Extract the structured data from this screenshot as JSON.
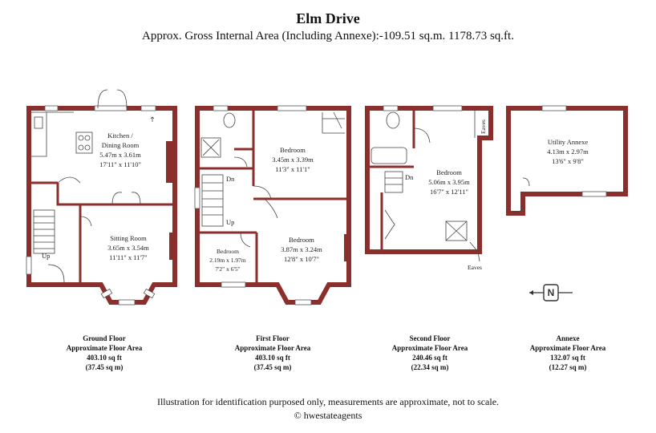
{
  "header": {
    "title": "Elm Drive",
    "subtitle": "Approx. Gross Internal Area (Including Annexe):-109.51 sq.m. 1178.73 sq.ft."
  },
  "rooms": {
    "kitchen": {
      "line1": "Kitchen /",
      "line2": "Dining Room",
      "line3": "5.47m x 3.61m",
      "line4": "17'11\" x 11'10\""
    },
    "sitting": {
      "line1": "Sitting Room",
      "line2": "3.65m x 3.54m",
      "line3": "11'11\" x 11'7\""
    },
    "bedroom1": {
      "line1": "Bedroom",
      "line2": "3.45m x 3.39m",
      "line3": "11'3\" x 11'1\""
    },
    "bedroom2": {
      "line1": "Bedroom",
      "line2": "2.19m x 1.97m",
      "line3": "7'2\" x 6'5\""
    },
    "bedroom3": {
      "line1": "Bedroom",
      "line2": "3.87m x 3.24m",
      "line3": "12'8\" x 10'7\""
    },
    "bedroom4": {
      "line1": "Bedroom",
      "line2": "5.06m x 3.95m",
      "line3": "16'7\" x 12'11\""
    },
    "utility": {
      "line1": "Utility Annexe",
      "line2": "4.13m x 2.97m",
      "line3": "13'6\" x 9'8\""
    }
  },
  "stair_labels": {
    "ground_up": "Up",
    "first_dn": "Dn",
    "first_up": "Up",
    "second_dn": "Dn"
  },
  "eaves": {
    "top": "Eaves",
    "bottom": "Eaves"
  },
  "compass": {
    "letter": "N"
  },
  "floors": [
    {
      "name": "Ground Floor",
      "label": "Approximate Floor Area",
      "sqft": "403.10 sq ft",
      "sqm": "(37.45 sq m)"
    },
    {
      "name": "First Floor",
      "label": "Approximate Floor Area",
      "sqft": "403.10 sq ft",
      "sqm": "(37.45 sq m)"
    },
    {
      "name": "Second Floor",
      "label": "Approximate Floor Area",
      "sqft": "240.46 sq ft",
      "sqm": "(22.34 sq m)"
    },
    {
      "name": "Annexe",
      "label": "Approximate Floor Area",
      "sqft": "132.07 sq ft",
      "sqm": "(12.27 sq m)"
    }
  ],
  "footer": {
    "disclaimer": "Illustration for identification purposed only, measurements are approximate, not to scale.",
    "copyright": "© hwestateagents"
  },
  "colors": {
    "wall": "#8b2f2c",
    "window": "#ffffff",
    "line": "#333333"
  }
}
